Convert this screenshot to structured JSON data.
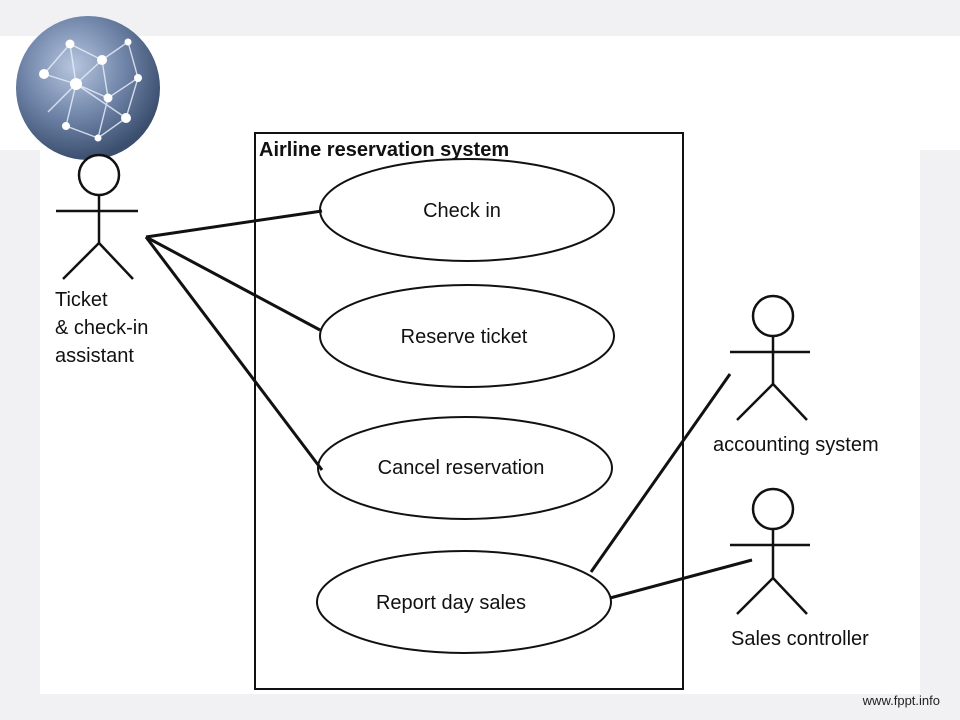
{
  "diagram": {
    "system_title": "Airline reservation system",
    "use_cases": [
      "Check in",
      "Reserve ticket",
      "Cancel reservation",
      "Report day sales"
    ],
    "actors": {
      "ticket_assistant": [
        "Ticket",
        "& check-in",
        "assistant"
      ],
      "accounting_system": "accounting system",
      "sales_controller": "Sales controller"
    }
  },
  "footer": {
    "site": "www.fppt.info"
  },
  "colors": {
    "page_background": "#f1f1f4",
    "globe": "#6a7fa3",
    "line": "#111111"
  },
  "icons": {
    "logo": "globe-network-icon"
  }
}
